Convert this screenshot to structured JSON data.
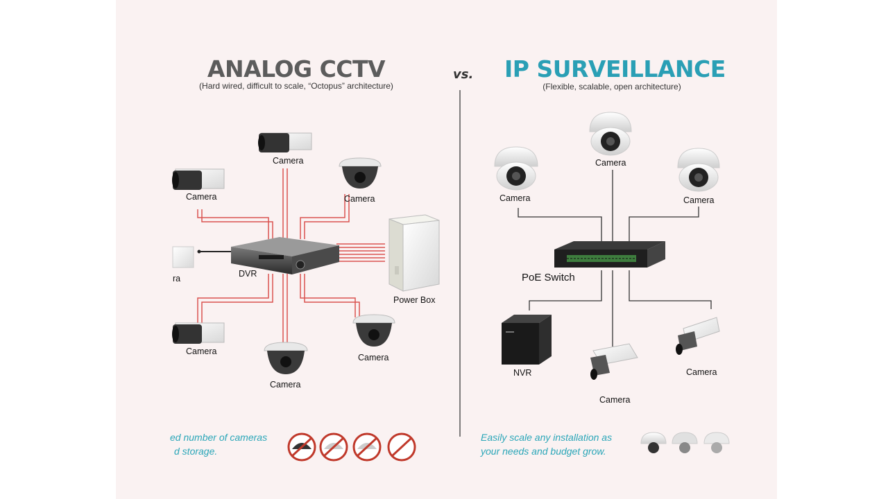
{
  "analog": {
    "title": "ANALOG CCTV",
    "subtitle": "(Hard wired, difficult to scale, “Octopus” architecture)",
    "labels": {
      "camera_top": "Camera",
      "camera_left_top": "Camera",
      "camera_right_top": "Camera",
      "camera_left_mid": "ra",
      "dvr": "DVR",
      "power_box": "Power Box",
      "camera_left_bottom": "Camera",
      "camera_bottom": "Camera",
      "camera_right_bottom": "Camera"
    },
    "note_line1": "ed number of cameras",
    "note_line2": "d storage."
  },
  "vs": "vs.",
  "ip": {
    "title": "IP SURVEILLANCE",
    "subtitle": "(Flexible, scalable, open architecture)",
    "labels": {
      "camera_left": "Camera",
      "camera_top": "Camera",
      "camera_right": "Camera",
      "poe_switch": "PoE Switch",
      "nvr": "NVR",
      "camera_bottom": "Camera",
      "camera_right_bottom": "Camera"
    },
    "note_line1": "Easily scale any installation as",
    "note_line2": "your needs and budget grow."
  },
  "colors": {
    "analog_title": "#5c5c5c",
    "ip_title": "#2a9fb5",
    "wire_red": "#d9534f",
    "wire_dark": "#333333",
    "note": "#2aa6b8",
    "prohibit": "#c0392b"
  }
}
